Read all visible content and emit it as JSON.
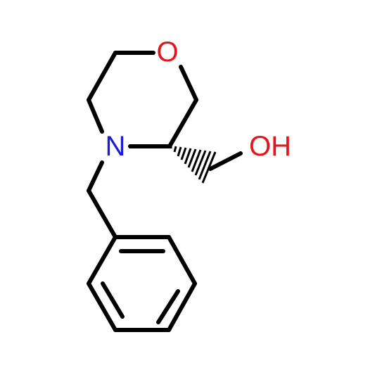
{
  "molecule": {
    "atoms": {
      "oxygen_ring": {
        "label": "O",
        "color": "#e8141c"
      },
      "nitrogen": {
        "label": "N",
        "color": "#1b1bd9"
      },
      "hydroxyl": {
        "label": "OH",
        "color": "#e8141c"
      }
    },
    "bond_color": "#000000",
    "stereo_bond": "hashed-wedge"
  }
}
